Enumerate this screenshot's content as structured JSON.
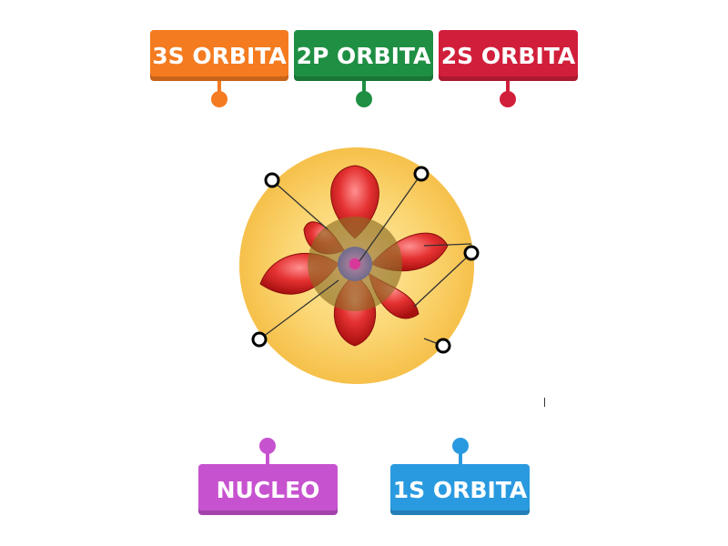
{
  "labels": [
    {
      "id": "3s",
      "text": "3S ORBITA",
      "color": "#f47b20",
      "dark": "#d9650f"
    },
    {
      "id": "2p",
      "text": "2P ORBITA",
      "color": "#1f8f43",
      "dark": "#167535"
    },
    {
      "id": "2s",
      "text": "2S ORBITA",
      "color": "#d11f3b",
      "dark": "#b11630"
    },
    {
      "id": "nucleo",
      "text": "NUCLEO",
      "color": "#c752cf",
      "dark": "#a93fb1"
    },
    {
      "id": "1s",
      "text": "1S ORBITA",
      "color": "#2a9ae0",
      "dark": "#1f82c0"
    }
  ],
  "diagram": {
    "shell_color": "#f7c54e",
    "lobe_color": "#d11f1f",
    "center_color": "#8f7d8d",
    "nucleus_color": "#c0308f"
  }
}
